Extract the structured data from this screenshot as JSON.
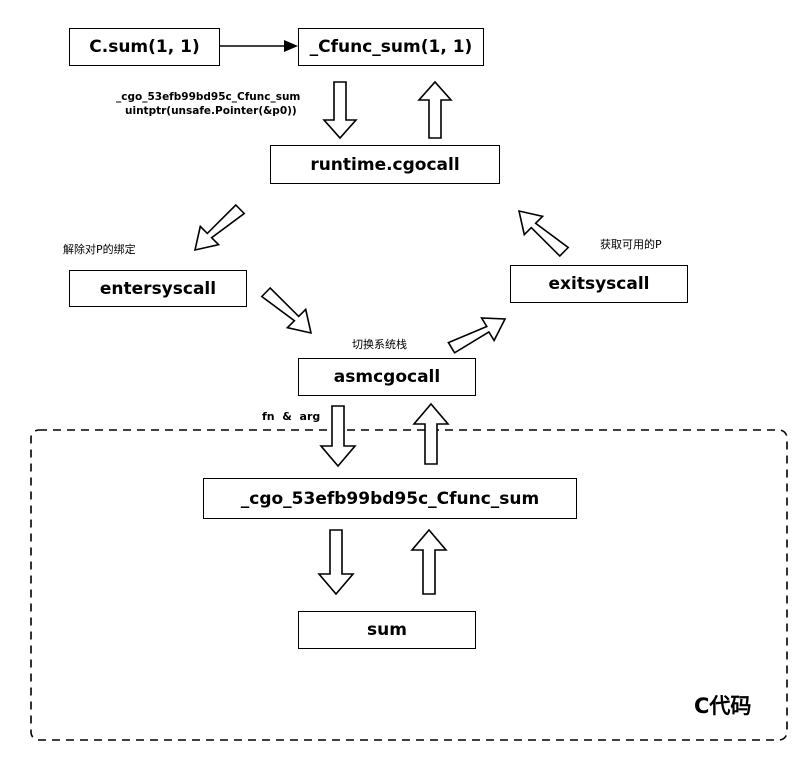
{
  "nodes": {
    "c_sum": "C.sum(1, 1)",
    "cfunc_sum": "_Cfunc_sum(1, 1)",
    "cgocall": "runtime.cgocall",
    "entersyscall": "entersyscall",
    "exitsyscall": "exitsyscall",
    "asmcgocall": "asmcgocall",
    "cgo_sum": "_cgo_53efb99bd95c_Cfunc_sum",
    "sum": "sum"
  },
  "labels": {
    "cgo_call_name": "_cgo_53efb99bd95c_Cfunc_sum",
    "cgo_call_arg": "uintptr(unsafe.Pointer(&p0))",
    "unbind_p": "解除对P的绑定",
    "acquire_p": "获取可用的P",
    "switch_stack": "切换系统栈",
    "fn_arg": "fn  &  arg"
  },
  "region": {
    "title": "C代码"
  },
  "colors": {
    "line": "#000000",
    "fill": "#ffffff"
  }
}
